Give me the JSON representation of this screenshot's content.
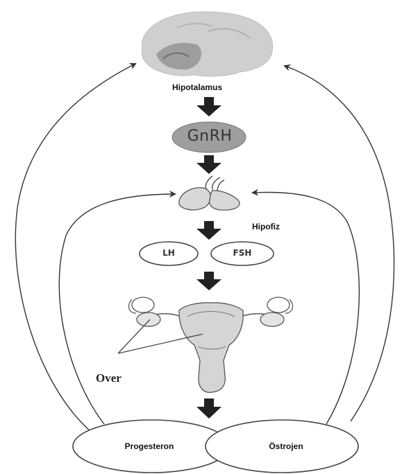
{
  "labels": {
    "hypothalamus": "Hipotalamus",
    "gnrh": "GnRH",
    "pituitary": "Hipofiz",
    "lh": "LH",
    "fsh": "FSH",
    "ovary": "Over",
    "progesterone": "Progesteron",
    "estrogen": "Östrojen"
  },
  "icons": {
    "brain": "brain-icon",
    "pituitary": "pituitary-gland-icon",
    "uterus": "uterus-ovaries-icon"
  },
  "colors": {
    "stroke": "#333333",
    "brain": "#c9c9c9",
    "gnrh_fill": "#9a9a9a",
    "organ_fill": "#d9d9d9"
  }
}
